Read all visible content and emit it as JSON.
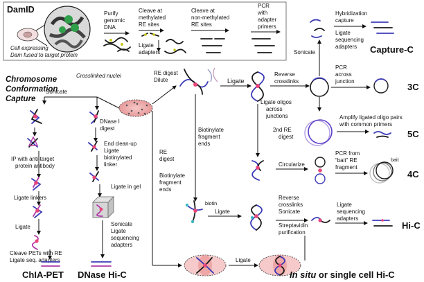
{
  "damid": {
    "title": "DamID",
    "cell_caption_1": "Cell expressing",
    "cell_caption_2": "Dam fused to target protein",
    "step1": [
      "Purify",
      "genomic",
      "DNA"
    ],
    "step2": [
      "Cleave at",
      "methylated",
      "RE sites"
    ],
    "step2b": [
      "Ligate",
      "adapters"
    ],
    "step3": [
      "Cleave at",
      "non-methylated",
      "RE sites"
    ],
    "step4": [
      "PCR",
      "with",
      "adapter",
      "primers"
    ]
  },
  "ccc": {
    "title_1": "Chromosome",
    "title_2": "Conformation",
    "title_3": "Capture",
    "nuclei_label": "Crosslinked nuclei",
    "sonicate": "Sonicate",
    "re_digest_1": "RE digest",
    "re_digest_2": "Dilute",
    "ligate": "Ligate",
    "reverse": [
      "Reverse",
      "crosslinks"
    ],
    "sonicate2": "Sonicate"
  },
  "capture_c": {
    "steps": [
      "Hybridization",
      "capture",
      "Ligate",
      "sequencing",
      "adapters"
    ],
    "label": "Capture-C"
  },
  "c3": {
    "steps": [
      "PCR",
      "across",
      "junction"
    ],
    "label": "3C"
  },
  "c5": {
    "steps_left": [
      "Ligate oligos",
      "across",
      "junctions"
    ],
    "steps_right": [
      "Amplify ligated oligo pairs",
      "with common primers"
    ],
    "label": "5C"
  },
  "c4": {
    "re2": [
      "2nd RE",
      "digest"
    ],
    "circ": "Circularize",
    "pcr": [
      "PCR from",
      "“bait” RE",
      "fragment"
    ],
    "bait": "bait",
    "label": "4C"
  },
  "hic": {
    "re_digest": [
      "RE",
      "digest"
    ],
    "biot_left": [
      "Biotinylate",
      "fragment",
      "ends"
    ],
    "biot_mid": [
      "Biotinylate",
      "fragment",
      "ends"
    ],
    "biotin": "biotin",
    "ligate": "Ligate",
    "steps": [
      "Reverse",
      "crosslinks",
      "Sonicate",
      "Streptavidin",
      "purification"
    ],
    "steps2": [
      "Ligate",
      "sequencing",
      "adapters"
    ],
    "label": "Hi-C",
    "insitu_ligate": "Ligate",
    "insitu_label_1": "In situ",
    "insitu_label_2": " or single cell Hi-C"
  },
  "chia": {
    "ip": [
      "IP with anti-target",
      "protein antibody"
    ],
    "linkers": "Ligate linkers",
    "ligate": "Ligate",
    "cleave": [
      "Cleave PETs with RE",
      "Ligate seq. adapters"
    ],
    "label": "ChIA-PET"
  },
  "dnase": {
    "digest": [
      "DNase I",
      "digest"
    ],
    "cleanup": [
      "End clean-up",
      "Ligate",
      "biotinylated",
      "linker"
    ],
    "gel": "Ligate in gel",
    "sonicate": [
      "Sonicate",
      "Ligate",
      "sequencing",
      "adapters"
    ],
    "label": "DNase Hi-C"
  }
}
